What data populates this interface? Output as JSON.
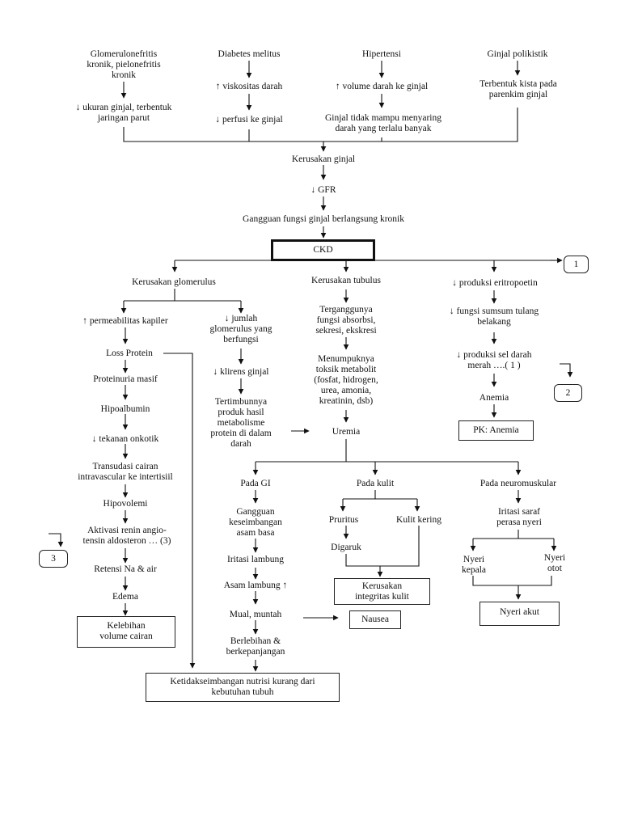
{
  "nodes": {
    "glomerulonefritis": "Glomerulonefritis\nkronik, pielonefritis\nkronik",
    "ukuran_ginjal": "↓ ukuran ginjal, terbentuk\njaringan parut",
    "diabetes": "Diabetes melitus",
    "viskositas": "↑ viskositas darah",
    "perfusi": "↓ perfusi ke ginjal",
    "hipertensi": "Hipertensi",
    "volume_darah": "↑ volume darah ke ginjal",
    "tidak_mampu": "Ginjal tidak mampu menyaring\ndarah yang terlalu banyak",
    "polikistik": "Ginjal polikistik",
    "kista": "Terbentuk kista pada\nparenkim ginjal",
    "kerusakan_ginjal": "Kerusakan ginjal",
    "gfr": "↓ GFR",
    "gangguan_kronik": "Gangguan fungsi ginjal berlangsung kronik",
    "ckd": "CKD",
    "ref1": "1",
    "kerusakan_glomerulus": "Kerusakan glomerulus",
    "kerusakan_tubulus": "Kerusakan tubulus",
    "eritropoetin": "↓ produksi eritropoetin",
    "permeabilitas": "↑ permeabilitas kapiler",
    "jumlah_glomerulus": "↓ jumlah\nglomerulus yang\nberfungsi",
    "terganggu": "Terganggunya\nfungsi absorbsi,\nsekresi, ekskresi",
    "sumsum": "↓ fungsi sumsum tulang\nbelakang",
    "loss_protein": "Loss Protein",
    "klirens": "↓ klirens ginjal",
    "menumpuk": "Menumpuknya\ntoksik metabolit\n(fosfat, hidrogen,\nurea, amonia,\nkreatinin, dsb)",
    "sel_darah": "↓ produksi sel darah\nmerah ….( 1 )",
    "ref2": "2",
    "proteinuria": "Proteinuria masif",
    "hipoalbumin": "Hipoalbumin",
    "tertimbun": "Tertimbunnya\nproduk hasil\nmetabolisme\nprotein di dalam\ndarah",
    "anemia": "Anemia",
    "pk_anemia": "PK: Anemia",
    "uremia": "Uremia",
    "onkotik": "↓ tekanan onkotik",
    "transudasi": "Transudasi cairan\nintravascular ke intertisiil",
    "pada_gi": "Pada GI",
    "pada_kulit": "Pada kulit",
    "pada_neuro": "Pada neuromuskular",
    "hipovolemi": "Hipovolemi",
    "asam_basa": "Gangguan\nkeseimbangan\nasam basa",
    "pruritus": "Pruritus",
    "kulit_kering": "Kulit kering",
    "iritasi_saraf": "Iritasi saraf\nperasa nyeri",
    "renin": "Aktivasi renin angio-\ntensin aldosteron … (3)",
    "ref3": "3",
    "digaruk": "Digaruk",
    "iritasi_lambung": "Iritasi lambung",
    "nyeri_kepala": "Nyeri\nkepala",
    "nyeri_otot": "Nyeri\notot",
    "retensi": "Retensi Na & air",
    "asam_lambung": "Asam lambung ↑",
    "integritas_kulit": "Kerusakan\nintegritas kulit",
    "edema": "Edema",
    "mual": "Mual, muntah",
    "nausea": "Nausea",
    "nyeri_akut": "Nyeri akut",
    "kelebihan_cairan": "Kelebihan\nvolume cairan",
    "berlebihan": "Berlebihan &\nberkepanjangan",
    "nutrisi": "Ketidakseimbangan nutrisi kurang dari\nkebutuhan tubuh"
  }
}
